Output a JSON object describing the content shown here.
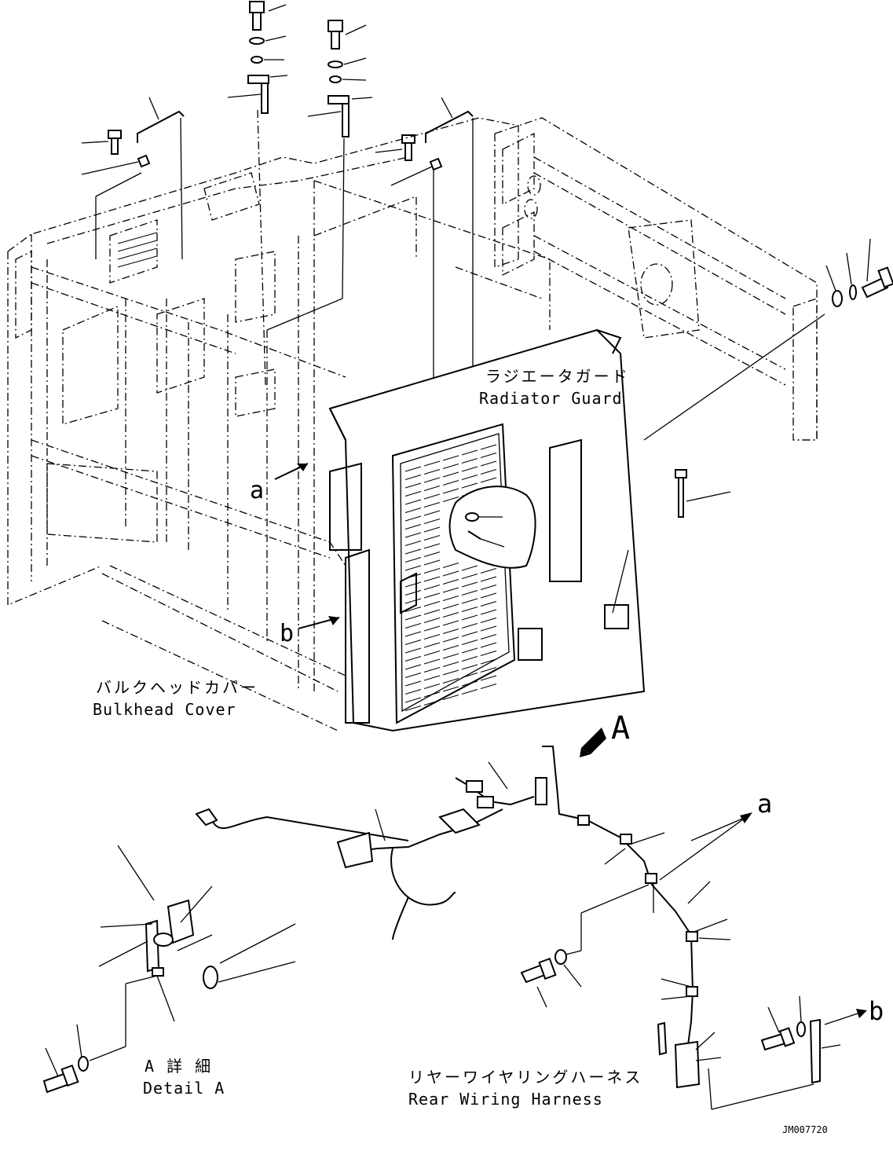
{
  "labels": {
    "radiator_guard_jp": "ラジエータガード",
    "radiator_guard_en": "Radiator Guard",
    "bulkhead_cover_jp": "バルクヘッドカバー",
    "bulkhead_cover_en": "Bulkhead Cover",
    "detail_a_jp": "A 詳 細",
    "detail_a_en": "Detail A",
    "rear_harness_jp": "リヤーワイヤリングハーネス",
    "rear_harness_en": "Rear Wiring Harness",
    "view_a": "A",
    "ref_a_main": "a",
    "ref_b_main": "b",
    "ref_a_harness": "a",
    "ref_b_harness": "b",
    "drawing_code": "JM007720"
  }
}
